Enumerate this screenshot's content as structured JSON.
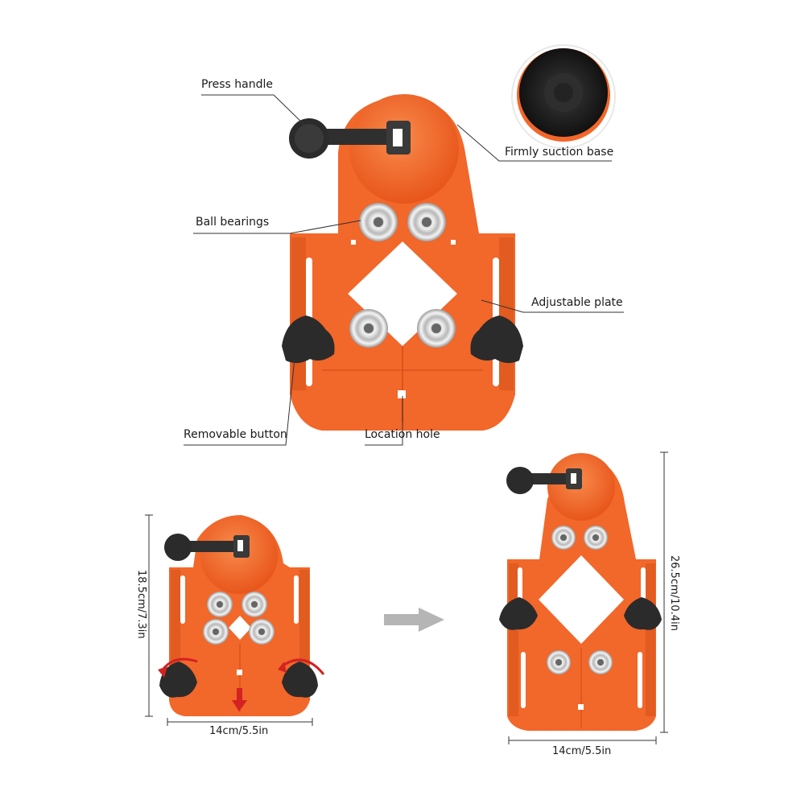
{
  "labels": {
    "press_handle": "Press handle",
    "suction_base": "Firmly suction base",
    "ball_bearings": "Ball bearings",
    "adjustable_plate": "Adjustable plate",
    "removable_button": "Removable button",
    "location_hole": "Location hole"
  },
  "dimensions": {
    "small_height": "18.5cm/7.3in",
    "small_width": "14cm/5.5in",
    "large_height": "26.5cm/10.4in",
    "large_width": "14cm/5.5in"
  },
  "colors": {
    "orange": "#f2672a",
    "orange_dark": "#d9531c",
    "black": "#2b2b2b",
    "steel": "#c9c9c9",
    "arrow_red": "#d42222",
    "arrow_gray": "#b5b5b5"
  }
}
